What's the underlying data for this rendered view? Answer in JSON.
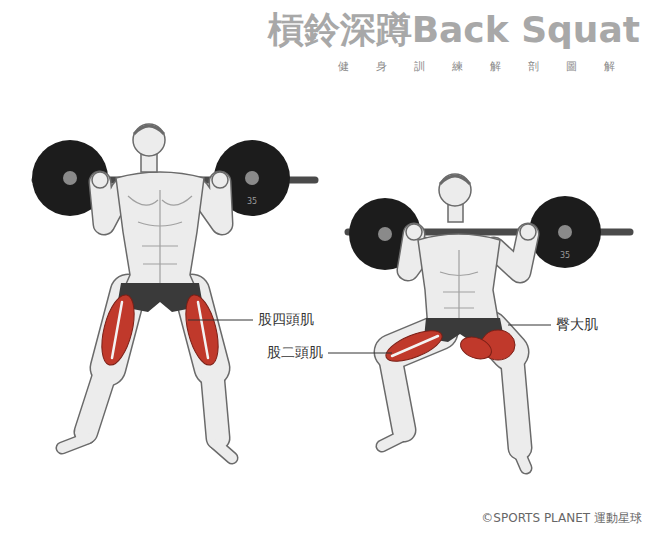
{
  "diagram": {
    "title": "槓鈴深蹲Back Squat",
    "labels": [
      "健身訓練解剖圖解",
      "35",
      "35",
      "股四頭肌",
      "臀大肌",
      "股二頭肌",
      "©SPORTS PLANET 運動星球"
    ]
  }
}
